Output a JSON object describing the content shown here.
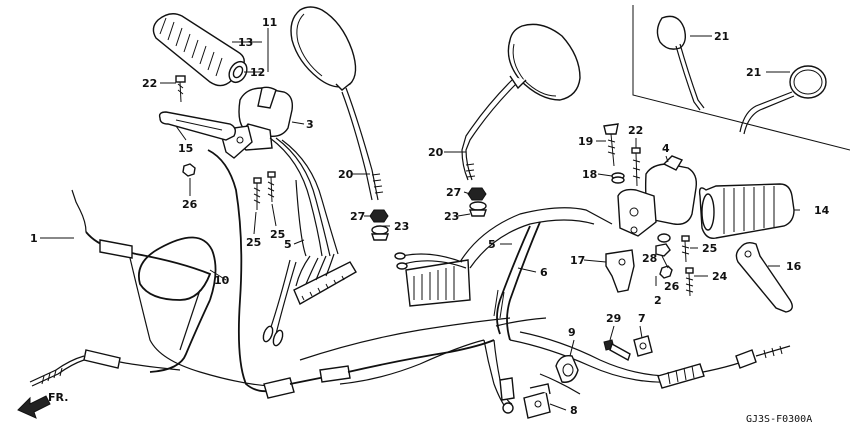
{
  "diagram_code": "GJ3S-F0300A",
  "direction_label": "FR.",
  "labels": {
    "p1": "1",
    "p2": "2",
    "p3": "3",
    "p4": "4",
    "p5a": "5",
    "p5b": "5",
    "p6": "6",
    "p7": "7",
    "p8": "8",
    "p9": "9",
    "p10": "10",
    "p11": "11",
    "p12": "12",
    "p13": "13",
    "p14": "14",
    "p15": "15",
    "p16": "16",
    "p17": "17",
    "p18": "18",
    "p19": "19",
    "p20a": "20",
    "p20b": "20",
    "p21a": "21",
    "p21b": "21",
    "p22a": "22",
    "p22b": "22",
    "p23a": "23",
    "p23b": "23",
    "p24": "24",
    "p25a": "25",
    "p25b": "25",
    "p25c": "25",
    "p26a": "26",
    "p26b": "26",
    "p27a": "27",
    "p27b": "27",
    "p28": "28",
    "p29": "29"
  }
}
